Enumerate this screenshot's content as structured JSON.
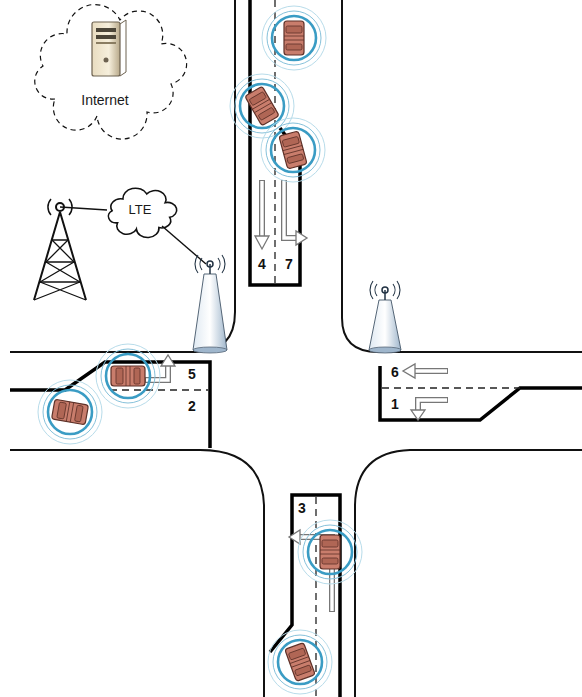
{
  "diagram": {
    "nodes": [
      {
        "text": [
          "Internet"
        ]
      },
      {
        "text": [
          "LTE"
        ]
      }
    ],
    "labels": [
      "4",
      "7",
      "6",
      "1",
      "5",
      "2",
      "3"
    ]
  }
}
